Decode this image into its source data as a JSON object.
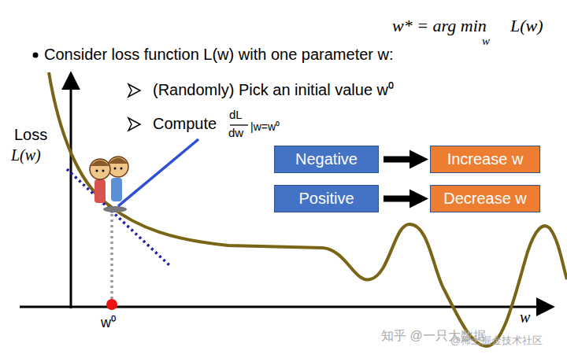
{
  "diagram": {
    "nodes": [
      {
        "text": [
          "Negative"
        ]
      },
      {
        "text": [
          "Positive"
        ]
      },
      {
        "text": [
          "Increase w"
        ]
      },
      {
        "text": [
          "Decrease w"
        ]
      }
    ],
    "edges": [
      {
        "from": 0,
        "to": 2,
        "arrow": "to"
      },
      {
        "from": 1,
        "to": 3,
        "arrow": "to"
      }
    ],
    "labels": [
      "w* = arg min",
      "w",
      "L(w)",
      "Consider loss function L(w) with one parameter w:",
      "(Randomly) Pick an initial value w⁰",
      "Compute",
      "dL",
      "dw",
      "|w=w⁰",
      "Loss",
      "L(w)",
      "w⁰",
      "w",
      "知乎 @一只大数据",
      "@稀土掘金技术社区"
    ]
  }
}
